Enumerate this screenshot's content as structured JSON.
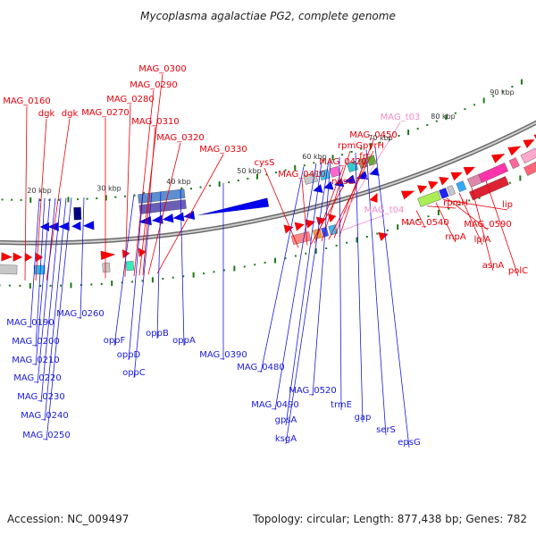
{
  "header": {
    "title": "Mycoplasma agalactiae PG2, complete genome"
  },
  "footer": {
    "accession": "Accession: NC_009497",
    "topology": "Topology: circular; Length: 877,438 bp; Genes: 782"
  },
  "colors": {
    "forward_label": "#e8000b",
    "reverse_label": "#1a1adb",
    "rna_label": "#f28cc8",
    "forward_arrow": "#ff0000",
    "reverse_arrow": "#0000ee",
    "backbone": "#888888",
    "tick": "#1a7a1a"
  },
  "scale_labels": [
    "20 kbp",
    "30 kbp",
    "40 kbp",
    "50 kbp",
    "60 kbp",
    "70 kbp",
    "80 kbp",
    "90 kbp"
  ],
  "forward_labels": [
    "MAG_0160",
    "dgk",
    "dgk",
    "MAG_0270",
    "MAG_0280",
    "MAG_0290",
    "MAG_0300",
    "MAG_0310",
    "MAG_0320",
    "MAG_0330",
    "cysS",
    "MAG_0410",
    "nusG",
    "MAG_0420",
    "rpmG",
    "pyrH",
    "MAG_0450",
    "frr",
    "MAG_0540",
    "rpmH",
    "rnpA",
    "MAG_0590",
    "lip",
    "lplA",
    "asnA",
    "polC"
  ],
  "rna_labels": [
    "MAG_t03",
    "MAG_t04"
  ],
  "reverse_labels": [
    "MAG_0190",
    "MAG_0200",
    "MAG_0210",
    "MAG_0220",
    "MAG_0230",
    "MAG_0240",
    "MAG_0250",
    "MAG_0260",
    "oppF",
    "oppD",
    "oppC",
    "oppB",
    "oppA",
    "MAG_0390",
    "MAG_0480",
    "MAG_0490",
    "gpsA",
    "ksgA",
    "MAG_0520",
    "trmE",
    "gap",
    "serS",
    "epsG"
  ]
}
